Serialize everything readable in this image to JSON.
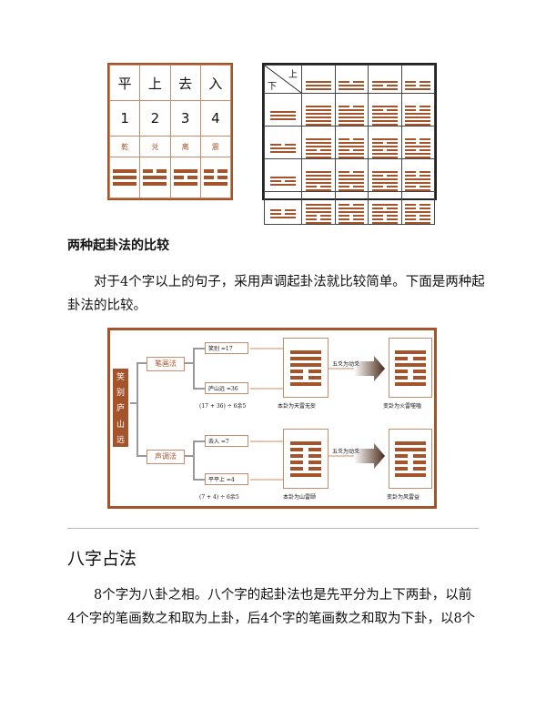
{
  "tone_table": {
    "tones": [
      "平",
      "上",
      "去",
      "入"
    ],
    "numbers": [
      "1",
      "2",
      "3",
      "4"
    ],
    "trigrams": [
      "乾",
      "兑",
      "离",
      "震"
    ]
  },
  "hex_grid": {
    "corner_top": "上",
    "corner_bottom": "下"
  },
  "section1": {
    "heading": "两种起卦法的比较",
    "paragraph": "对于4个字以上的句子，采用声调起卦法就比较简单。下面是两种起卦法的比较。"
  },
  "compare": {
    "root_chars": [
      "笑",
      "别",
      "庐",
      "山",
      "远"
    ],
    "method1": "笔画法",
    "method2": "声调法",
    "m1_a": "笑别 =17",
    "m1_b": "庐山远 =36",
    "m1_calc": "(17 + 36) ÷ 6余5",
    "m1_result": "本卦为天雷无妄",
    "m1_change_label": "五爻为动爻",
    "m1_changed": "变卦为火雷噬嗑",
    "m2_a": "去入 =7",
    "m2_b": "平平上 =4",
    "m2_calc": "(7 + 4) ÷ 6余5",
    "m2_result": "本卦为山雷颐",
    "m2_change_label": "五爻为动爻",
    "m2_changed": "变卦为风雷益",
    "accent": "#a4532b"
  },
  "section2": {
    "heading": "八字占法",
    "paragraph_line1": "8个字为八卦之相。八个字的起卦法也是先平分为上下两卦，以前",
    "paragraph_line2": "4个字的笔画数之和取为上卦，后4个字的笔画数之和取为下卦，以8个"
  }
}
